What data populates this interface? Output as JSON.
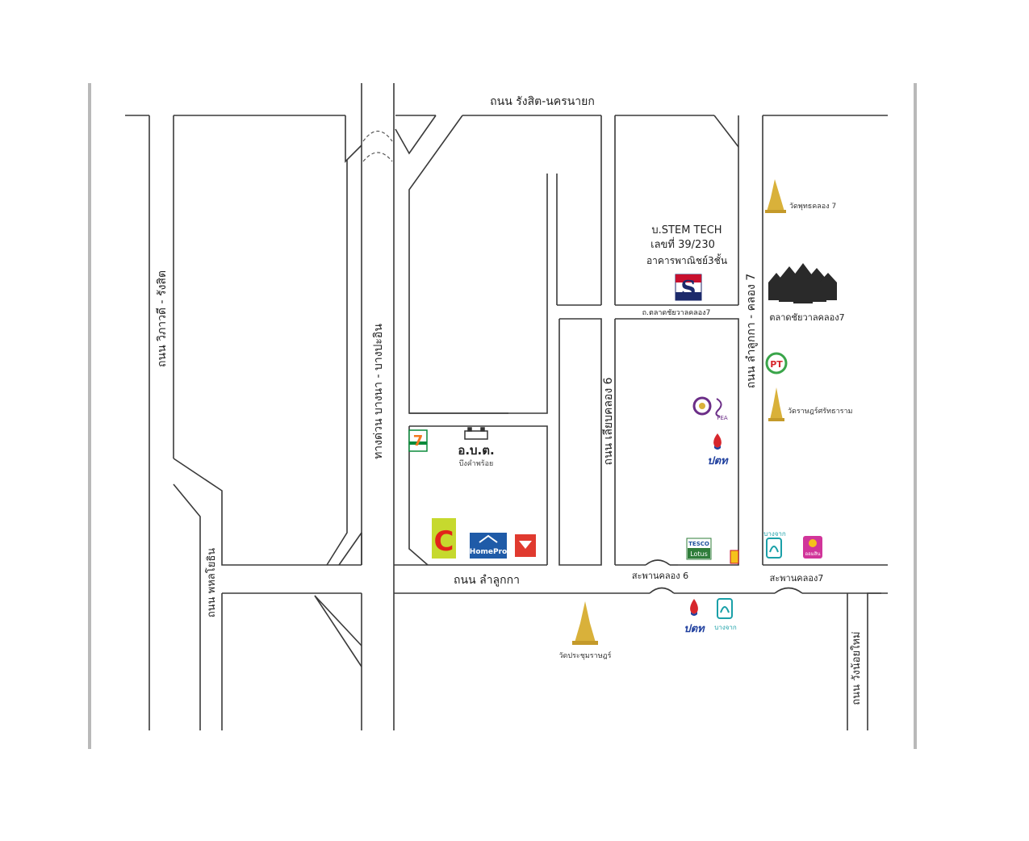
{
  "roads": {
    "rangsit_nakhon_nayok": "ถนน รังสิต-นครนายก",
    "wiphawadi_rangsit": "ถนน วิภาวดี - รังสิต",
    "expressway": "ทางด่วน บางนา - บางปะอิน",
    "lam_luk_ka": "ถนน ลำลูกกา",
    "liap_khlong_6": "ถนน เลียบคลอง 6",
    "lam_luk_ka_khlong_7": "ถนน ลำลูกกา - คลอง 7",
    "phahon_yothin": "ถนน พหลโยธิน",
    "rangsit_mai": "ถนน วังน้อยใหม่",
    "talat_soi": "ถ.ตลาดชัยวาลคลอง7"
  },
  "bridges": {
    "khlong_6": "สะพานคลอง 6",
    "khlong_7": "สะพานคลอง7"
  },
  "office": {
    "line1": "บ.STEM TECH",
    "line2": "เลขที่ 39/230",
    "line3": "อาคารพาณิชย์3ชั้น",
    "logo_letter": "S"
  },
  "landmarks": {
    "temple_khlong7": "วัดพุทธคลอง 7",
    "market": "ตลาดชัยวาลคลอง7",
    "temple_right": "วัดราษฎร์ศรัทธาราม",
    "temple_bottom": "วัดประชุมราษฎร์",
    "obt_title": "อ.บ.ต.",
    "obt_sub": "บึงคำพร้อย",
    "seven_eleven": "7",
    "bigc": "C",
    "homepro": "HomePro",
    "pea": "PEA",
    "ptt": "ปตท",
    "ptt_bottom": "ปตท",
    "bangchak_top": "บางจาก",
    "bangchak_bottom": "บางจาก",
    "tesco": "TESCO",
    "lotus": "Lotus",
    "pt": "PT",
    "aomsin": "ออมสิน"
  },
  "colors": {
    "road": "#3a3a3a",
    "frame": "#b9b9b9",
    "temple_gold": "#d9b13a",
    "office_red": "#c8102e",
    "office_navy": "#1c2a6b",
    "seven_green": "#0a8a3a",
    "seven_orange": "#f47920",
    "bigc_red": "#e2231a",
    "bigc_yellow": "#c6d92e",
    "homepro_blue": "#1f5ba8",
    "red_logo": "#e03a2f",
    "pea_purple": "#6b2d87",
    "ptt_blue": "#1f3f9e",
    "ptt_red": "#d7262c",
    "bangchak_teal": "#1aa0a8",
    "pt_green": "#3aa54a",
    "aomsin_pink": "#d1359a",
    "tesco_blue": "#1b4f9c",
    "lotus_green": "#2f7d3a"
  }
}
